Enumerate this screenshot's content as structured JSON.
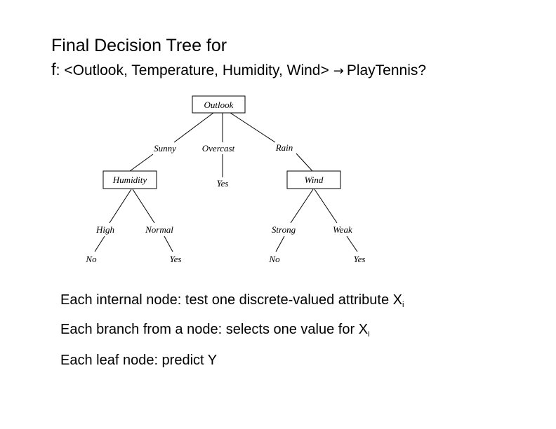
{
  "title": {
    "line1": "Final Decision Tree for",
    "line2_f": "f",
    "line2_rest": ": <Outlook, Temperature, Humidity, Wind>",
    "line2_arrow": "→",
    "line2_target": "PlayTennis?"
  },
  "tree": {
    "nodes": {
      "outlook": "Outlook",
      "humidity": "Humidity",
      "wind": "Wind"
    },
    "branches": {
      "sunny": "Sunny",
      "overcast": "Overcast",
      "rain": "Rain",
      "high": "High",
      "normal": "Normal",
      "strong": "Strong",
      "weak": "Weak"
    },
    "leaves": {
      "overcast_yes": "Yes",
      "high_no": "No",
      "normal_yes": "Yes",
      "strong_no": "No",
      "weak_yes": "Yes"
    }
  },
  "bullets": [
    {
      "text": "Each internal node: test one discrete-valued attribute X",
      "sub": "i"
    },
    {
      "text": "Each branch from a node: selects one value for X",
      "sub": "i"
    },
    {
      "text": "Each leaf node: predict Y",
      "sub": ""
    }
  ]
}
